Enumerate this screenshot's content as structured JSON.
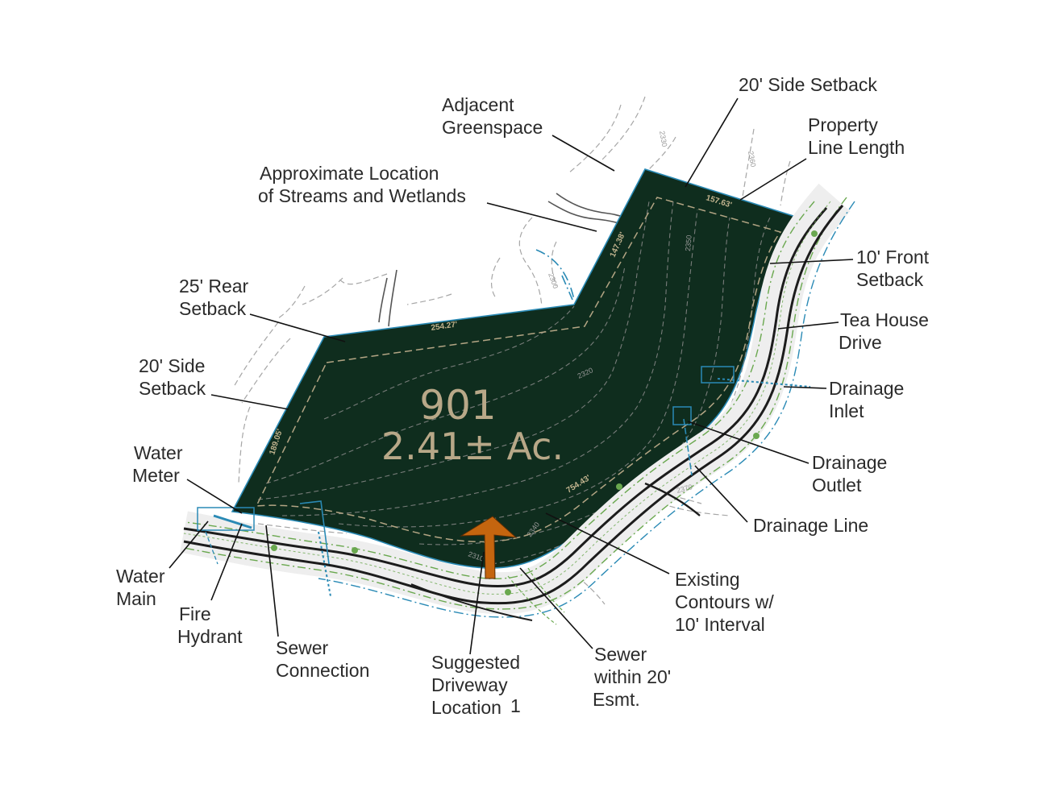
{
  "lot": {
    "number": "901",
    "acreage": "2.41± Ac."
  },
  "dimensions": {
    "north": "157.63'",
    "northwest": "147.38'",
    "rear": "254.27'",
    "west": "189.05'",
    "south": "754.43'"
  },
  "contour_labels": {
    "c2330": "2330",
    "c2360": "2360",
    "c2350": "2350",
    "c2300": "2300",
    "c2320": "2320",
    "c2310": "2310",
    "c2340": "2340",
    "c2370": "2370"
  },
  "callouts": {
    "side_setback_top": [
      "20' Side Setback"
    ],
    "greenspace": [
      "Adjacent",
      "Greenspace"
    ],
    "property_line": [
      "Property",
      "Line Length"
    ],
    "streams": [
      "Approximate Location",
      "of Streams and Wetlands"
    ],
    "rear_setback": [
      "25' Rear",
      "Setback"
    ],
    "front_setback": [
      "10' Front",
      "Setback"
    ],
    "tea_house": [
      "Tea House",
      "Drive"
    ],
    "side_setback_left": [
      "20' Side",
      "Setback"
    ],
    "drainage_inlet": [
      "Drainage",
      "Inlet"
    ],
    "water_meter": [
      "Water",
      "Meter"
    ],
    "drainage_outlet": [
      "Drainage",
      "Outlet"
    ],
    "drainage_line": [
      "Drainage Line"
    ],
    "water_main": [
      "Water",
      "Main"
    ],
    "existing_contours": [
      "Existing",
      "Contours w/",
      "10' Interval"
    ],
    "fire_hydrant": [
      "Fire",
      "Hydrant"
    ],
    "sewer_connection": [
      "Sewer",
      "Connection"
    ],
    "driveway": [
      "Suggested",
      "Driveway",
      "Location"
    ],
    "driveway_note": "1",
    "sewer_easement": [
      "Sewer",
      "within 20'",
      "Esmt."
    ]
  },
  "colors": {
    "lot_fill": "#0f2d1e",
    "lot_text": "#b8a888",
    "arrow": "#c4650f",
    "road_edge": "#1c1c1c",
    "utility_blue": "#2a8ab5",
    "utility_green": "#6aa84f",
    "contour": "#a6a6a6",
    "setback": "#b3a584"
  }
}
